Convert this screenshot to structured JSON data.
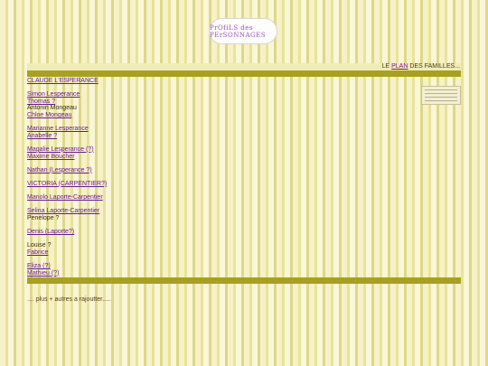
{
  "logo": {
    "line1": "PrOfiLS des PErSONNAGES"
  },
  "header": {
    "prefix": "LE ",
    "plan_link": "PLAN",
    "suffix": " DES FAMILLES..."
  },
  "characters": {
    "g1": [
      "CLAUDE L'ESPERANCE"
    ],
    "g2": [
      "Simon Lesperance",
      "Thomas ?",
      "Antonin Mongeau",
      "Chloe Mongeau"
    ],
    "g3": [
      "Marianne Lesperance",
      "Anabelle ?"
    ],
    "g4": [
      "Magalie Lesperance (?)",
      "Maxime Boucher"
    ],
    "g5": [
      "Nathan (Lesperance ?)"
    ],
    "g6": [
      "VICTORIA (CARPENTIER?)"
    ],
    "g7": [
      "Manolo Laporte-Carpentier"
    ],
    "g8": [
      "Selina Laporte-Carpentier",
      "Penelope ?"
    ],
    "g9": [
      "Denis (Laporte?)"
    ],
    "g10": [
      "Louise ?",
      "Fabrice"
    ],
    "g11": [
      "Eliza (?)",
      "Mathieu (?)"
    ]
  },
  "footer": {
    "text": ".... plus + autres a rajoutter....."
  }
}
